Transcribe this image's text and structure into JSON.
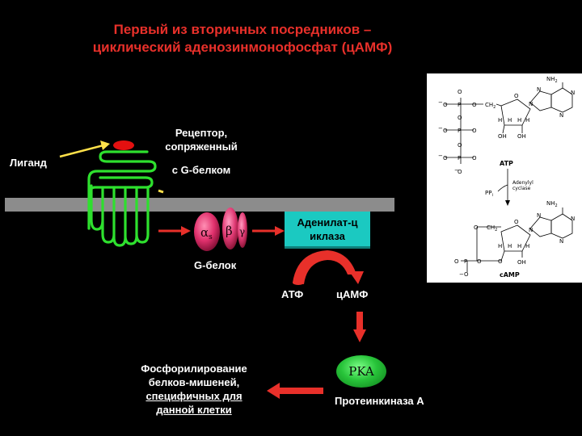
{
  "title": {
    "line1": "Первый из вторичных посредников –",
    "line2": "циклический аденозинмонофосфат (цАМФ)"
  },
  "labels": {
    "ligand": "Лиганд",
    "receptor_line1": "Рецептор,",
    "receptor_line2": "сопряженный",
    "receptor_line3": "с G-белком",
    "g_protein": "G-белок",
    "adenylate_cyclase_line1": "Аденилат-ц",
    "adenylate_cyclase_line2": "иклаза",
    "atp": "АТФ",
    "camp": "цАМФ",
    "pka": "PKA",
    "protein_kinase": "Протеинкиназа А",
    "phospho_line1": "Фосфорилирование",
    "phospho_line2": "белков-мишеней,",
    "phospho_line3": "специфичных для",
    "phospho_line4": "данной клетки"
  },
  "g_subunits": {
    "alpha": "α",
    "alpha_sub": "s",
    "beta": "β",
    "gamma": "γ"
  },
  "chem": {
    "nh2": "NH",
    "nh2_sub": "2",
    "n": "N",
    "o": "O",
    "p": "P",
    "h": "H",
    "oh": "OH",
    "ch2": "CH",
    "ch2_sub": "2",
    "minus": "−",
    "atp": "ATP",
    "ppi": "PP",
    "ppi_sub": "i",
    "enzyme_line1": "Adenylyl",
    "enzyme_line2": "cyclase",
    "camp": "cAMP"
  },
  "colors": {
    "title": "#e8302a",
    "receptor": "#2ee02e",
    "ligand": "#e31010",
    "arrows": "#e8302a",
    "adenylate_cyclase": "#1bc9c1",
    "g_protein": "#e0306c",
    "membrane": "#8c8c8c",
    "pka": "#28c43a"
  }
}
